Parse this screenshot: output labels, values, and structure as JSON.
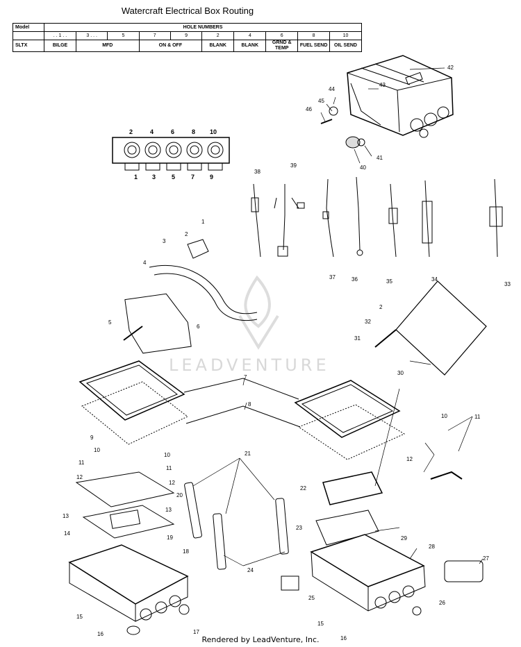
{
  "title": "Watercraft Electrical Box Routing",
  "table": {
    "model_label": "Model",
    "hole_numbers_label": "HOLE NUMBERS",
    "hole_columns": [
      ". . 1 . .",
      "3 . . .",
      "5",
      "7",
      "9",
      "2",
      "4",
      "6",
      "8",
      "10"
    ],
    "row_model": "SLTX",
    "row_cells": [
      "BILGE",
      "MFD",
      "ON & OFF",
      "BLANK",
      "BLANK",
      "GRND & TEMP",
      "FUEL SEND",
      "OIL SEND"
    ]
  },
  "top_plate": {
    "top_numbers": [
      "2",
      "4",
      "6",
      "8",
      "10"
    ],
    "bottom_numbers": [
      "1",
      "3",
      "5",
      "7",
      "9"
    ]
  },
  "callouts": [
    "1",
    "2",
    "3",
    "4",
    "5",
    "6",
    "7",
    "8",
    "9",
    "10",
    "11",
    "12",
    "13",
    "14",
    "15",
    "16",
    "17",
    "18",
    "19",
    "20",
    "21",
    "22",
    "23",
    "24",
    "25",
    "26",
    "27",
    "28",
    "29",
    "30",
    "31",
    "32",
    "33",
    "34",
    "35",
    "36",
    "37",
    "38",
    "39",
    "40",
    "41",
    "42",
    "43",
    "44",
    "45",
    "46"
  ],
  "watermark": "LEADVENTURE",
  "footer": "Rendered by LeadVenture, Inc."
}
